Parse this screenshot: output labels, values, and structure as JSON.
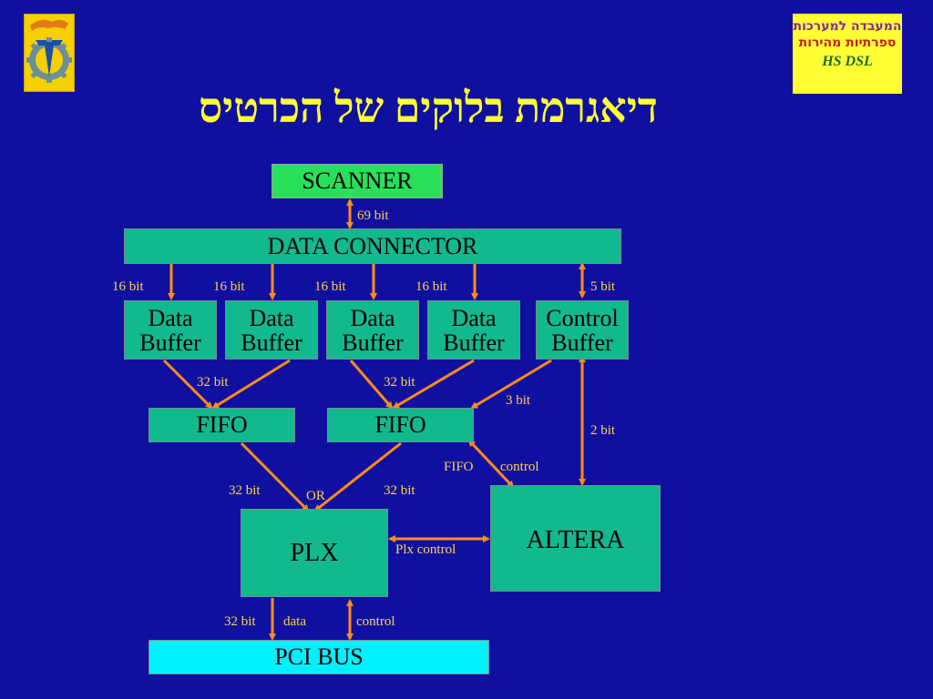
{
  "title": "דיאגרמת בלוקים של הכרטיס",
  "logo_right_text": {
    "line1": "המעבדה למערכות",
    "line2": "ספרתיות מהירות",
    "line3": "HS DSL"
  },
  "colors": {
    "background": "#1010a0",
    "block": "#12b88e",
    "scanner": "#2ae05a",
    "pci": "#00f0ff",
    "arrow": "#ff8c1a",
    "label": "#ffd24a",
    "title": "#ffff33"
  },
  "blocks": {
    "scanner": "SCANNER",
    "data_connector": "DATA CONNECTOR",
    "buffer1": {
      "line1": "Data",
      "line2": "Buffer"
    },
    "buffer2": {
      "line1": "Data",
      "line2": "Buffer"
    },
    "buffer3": {
      "line1": "Data",
      "line2": "Buffer"
    },
    "buffer4": {
      "line1": "Data",
      "line2": "Buffer"
    },
    "control_buffer": {
      "line1": "Control",
      "line2": "Buffer"
    },
    "fifo1": "FIFO",
    "fifo2": "FIFO",
    "plx": "PLX",
    "altera": "ALTERA",
    "pci_bus": "PCI BUS"
  },
  "labels": {
    "scanner_link": "69 bit",
    "buf1": "16 bit",
    "buf2": "16 bit",
    "buf3": "16 bit",
    "buf4": "16 bit",
    "ctrl": "5 bit",
    "fifo1_in": "32 bit",
    "fifo2_in": "32 bit",
    "ctrl_fifo": "3 bit",
    "ctrl_altera": "2 bit",
    "fifo_word": "FIFO",
    "fifo_control": "control",
    "fifo1_plx": "32 bit",
    "or": "OR",
    "fifo2_plx": "32 bit",
    "plx_control": "Plx control",
    "pci_32": "32 bit",
    "pci_data": "data",
    "pci_control": "control"
  }
}
